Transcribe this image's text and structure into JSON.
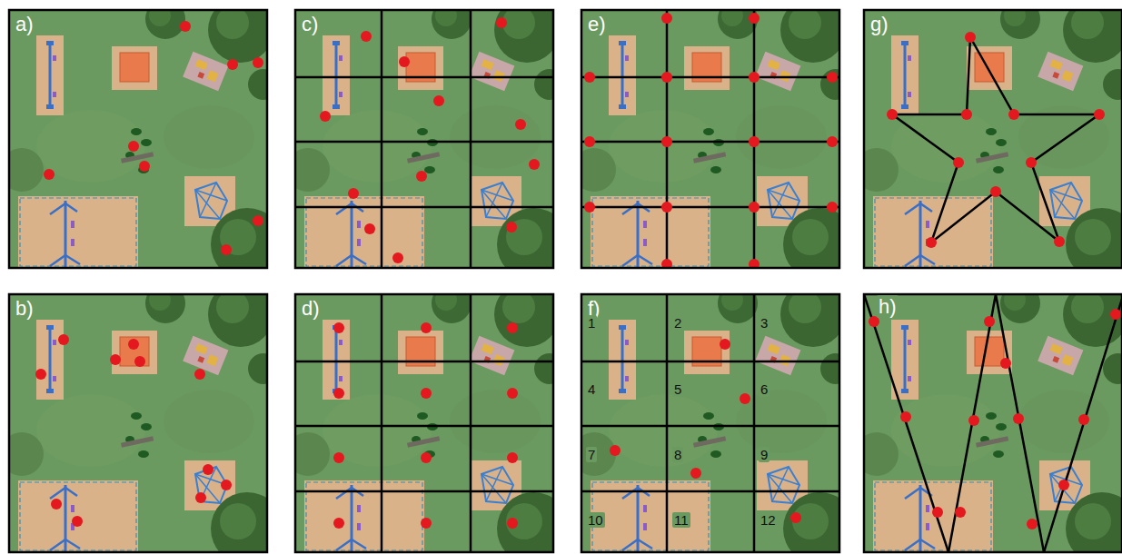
{
  "diagram": {
    "labels": [
      "a)",
      "c)",
      "e)",
      "g)",
      "b)",
      "d)",
      "f)",
      "h)",
      "1",
      "2",
      "3",
      "4",
      "5",
      "6",
      "7",
      "8",
      "9",
      "10",
      "11",
      "12"
    ]
  }
}
